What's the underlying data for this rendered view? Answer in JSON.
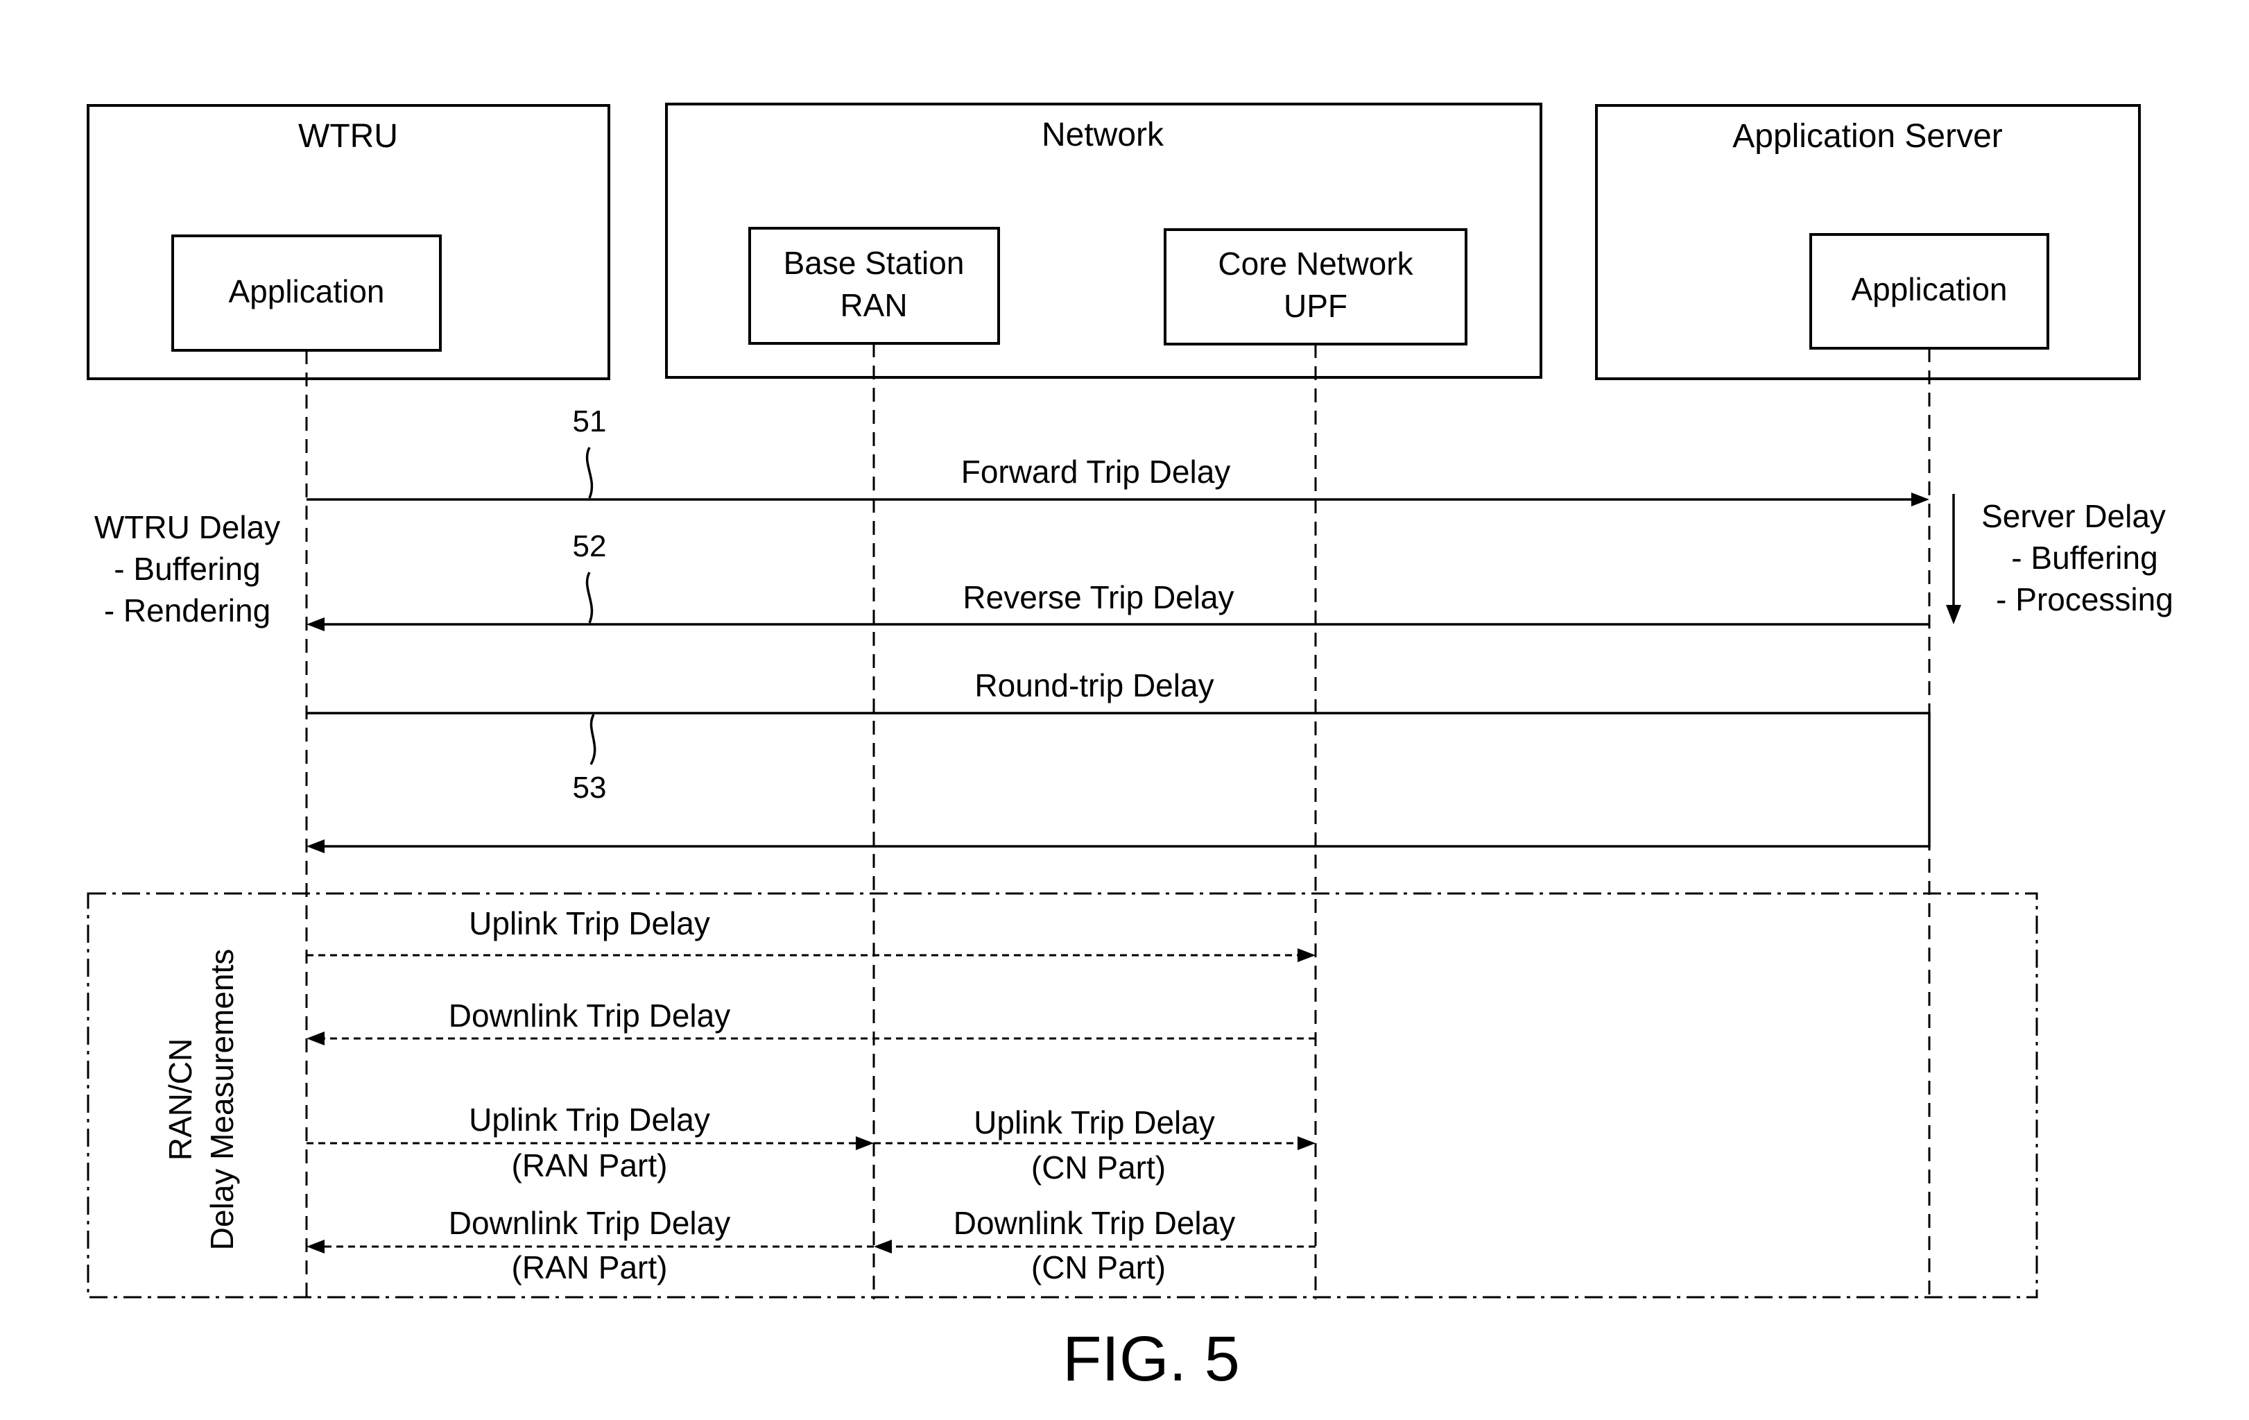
{
  "entities": {
    "wtru": {
      "title": "WTRU",
      "app_label": "Application"
    },
    "network": {
      "title": "Network",
      "base_station": [
        "Base Station",
        "RAN"
      ],
      "core_network": [
        "Core Network",
        "UPF"
      ]
    },
    "server": {
      "title": "Application Server",
      "app_label": "Application"
    }
  },
  "messages": {
    "forward": "Forward Trip Delay",
    "reverse": "Reverse Trip Delay",
    "round_trip": "Round-trip Delay"
  },
  "refs": {
    "r51": "51",
    "r52": "52",
    "r53": "53"
  },
  "wtru_delay": [
    "WTRU Delay",
    "- Buffering",
    "- Rendering"
  ],
  "server_delay": [
    "Server Delay",
    "- Buffering",
    "- Processing"
  ],
  "measurements": {
    "section_label": [
      "RAN/CN",
      "Delay Measurements"
    ],
    "uplink": "Uplink Trip Delay",
    "downlink": "Downlink Trip Delay",
    "uplink_ran": [
      "Uplink Trip Delay",
      "(RAN Part)"
    ],
    "uplink_cn": [
      "Uplink Trip Delay",
      "(CN Part)"
    ],
    "downlink_ran": [
      "Downlink Trip Delay",
      "(RAN Part)"
    ],
    "downlink_cn": [
      "Downlink Trip Delay",
      "(CN Part)"
    ]
  },
  "figure_label": "FIG. 5"
}
